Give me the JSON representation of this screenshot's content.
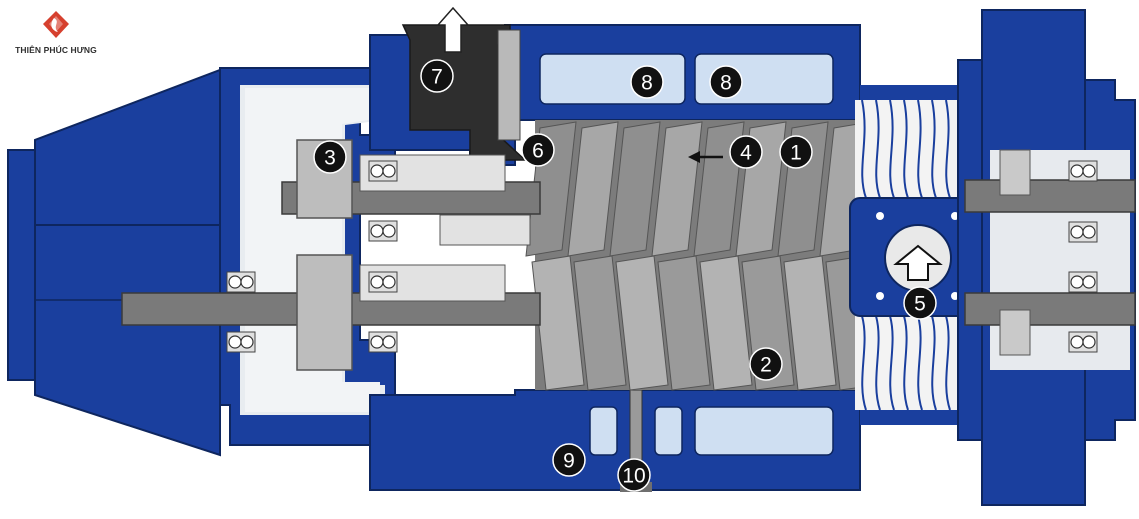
{
  "brand": {
    "name": "THIÊN PHÚC HƯNG",
    "logo_icon": "flame-diamond-logo-icon"
  },
  "colors": {
    "housing_blue": "#1a3f9e",
    "housing_dark": "#102b74",
    "cavity_light": "#cfdff2",
    "shaft_grey": "#8a8a8a",
    "screw_grey": "#9c9c9c",
    "callout_fill": "#111111",
    "brand_red": "#d6402e"
  },
  "callouts": [
    {
      "id": "1",
      "label": "1"
    },
    {
      "id": "2",
      "label": "2"
    },
    {
      "id": "3",
      "label": "3"
    },
    {
      "id": "4",
      "label": "4"
    },
    {
      "id": "5",
      "label": "5"
    },
    {
      "id": "6",
      "label": "6"
    },
    {
      "id": "7",
      "label": "7"
    },
    {
      "id": "8a",
      "label": "8"
    },
    {
      "id": "8b",
      "label": "8"
    },
    {
      "id": "9",
      "label": "9"
    },
    {
      "id": "10",
      "label": "10"
    }
  ],
  "flow_arrows": [
    {
      "name": "discharge-up-arrow-icon",
      "direction": "up"
    },
    {
      "name": "suction-up-arrow-icon",
      "direction": "up"
    },
    {
      "name": "gas-flow-left-arrow-icon",
      "direction": "left"
    }
  ]
}
